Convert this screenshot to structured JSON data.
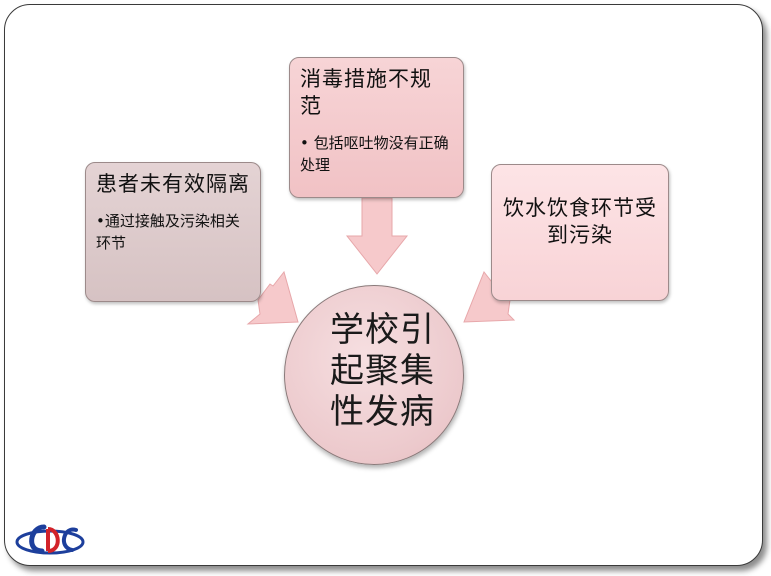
{
  "colors": {
    "arrow_fill": "#f6c9cb",
    "arrow_stroke": "#e7a7aa",
    "logo_blue": "#1d3f9c",
    "logo_red": "#d2232a"
  },
  "left_box": {
    "title": "患者未有效隔离",
    "bullet": "•通过接触及污染相关环节"
  },
  "top_box": {
    "title": "消毒措施不规范",
    "bullet": "• 包括呕吐物没有正确处理"
  },
  "right_box": {
    "title": "饮水饮食环节受到污染"
  },
  "center": {
    "text": "学校引起聚集性发病"
  },
  "logo": {
    "icon": "cdc-logo-icon"
  }
}
